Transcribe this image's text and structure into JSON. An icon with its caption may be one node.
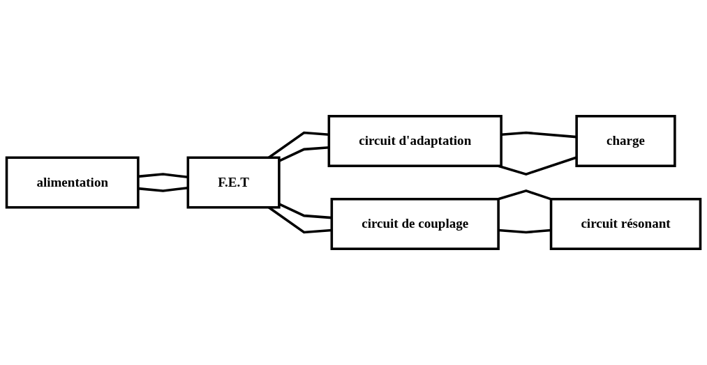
{
  "diagram": {
    "nodes": [
      {
        "text": [
          "alimentation"
        ]
      },
      {
        "text": [
          "F.E.T"
        ]
      },
      {
        "text": [
          "circuit d'adaptation"
        ]
      },
      {
        "text": [
          "charge"
        ]
      },
      {
        "text": [
          "circuit de couplage"
        ]
      },
      {
        "text": [
          "circuit résonant"
        ]
      }
    ],
    "edges": [
      {
        "from": 0,
        "to": 1,
        "arrow": "none"
      },
      {
        "from": 0,
        "to": 1,
        "arrow": "none"
      },
      {
        "from": 1,
        "to": 2,
        "arrow": "none"
      },
      {
        "from": 1,
        "to": 2,
        "arrow": "none"
      },
      {
        "from": 2,
        "to": 3,
        "arrow": "none"
      },
      {
        "from": 2,
        "to": 3,
        "arrow": "none"
      },
      {
        "from": 1,
        "to": 4,
        "arrow": "none"
      },
      {
        "from": 1,
        "to": 4,
        "arrow": "none"
      },
      {
        "from": 4,
        "to": 5,
        "arrow": "none"
      },
      {
        "from": 4,
        "to": 5,
        "arrow": "none"
      }
    ]
  }
}
